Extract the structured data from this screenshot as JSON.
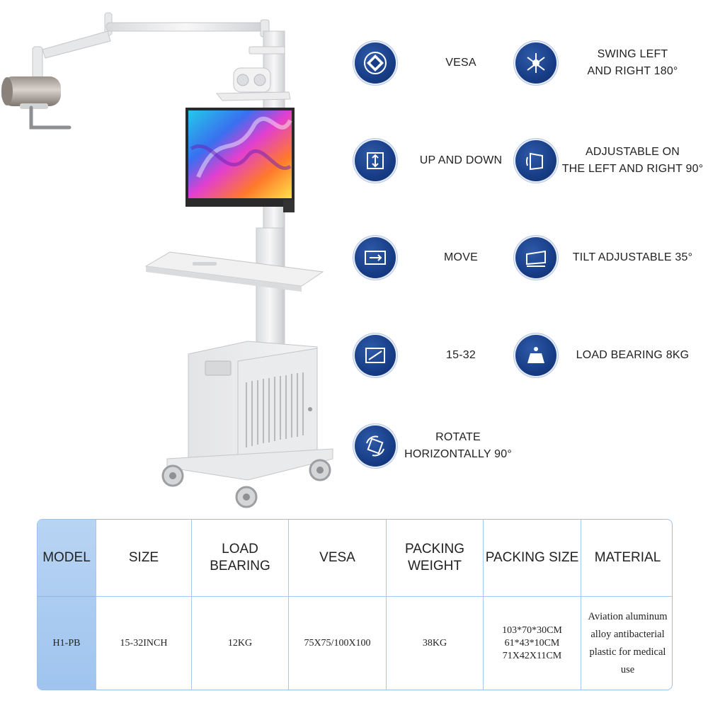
{
  "features": [
    {
      "id": "vesa",
      "icon": "vesa-logo-icon",
      "label": "VESA"
    },
    {
      "id": "swing",
      "icon": "swing-arrows-icon",
      "label": "SWING LEFT\nAND RIGHT 180°"
    },
    {
      "id": "updown",
      "icon": "up-down-icon",
      "label": "UP AND DOWN"
    },
    {
      "id": "adjust-lr",
      "icon": "rotate-panel-icon",
      "label": "ADJUSTABLE ON\nTHE LEFT AND RIGHT 90°"
    },
    {
      "id": "move",
      "icon": "move-arrows-icon",
      "label": "MOVE"
    },
    {
      "id": "tilt",
      "icon": "tilt-panel-icon",
      "label": "TILT ADJUSTABLE 35°"
    },
    {
      "id": "size",
      "icon": "screen-size-icon",
      "label": "15-32"
    },
    {
      "id": "load",
      "icon": "weight-icon",
      "label": "LOAD BEARING 8KG"
    },
    {
      "id": "rotate",
      "icon": "rotate-horizontal-icon",
      "label": "ROTATE\nHORIZONTALLY 90°"
    }
  ],
  "spec_table": {
    "headers": {
      "model": "MODEL",
      "size": "SIZE",
      "load": "LOAD BEARING",
      "vesa": "VESA",
      "packing_weight": "PACKING\nWEIGHT",
      "packing_size": "PACKING SIZE",
      "material": "MATERIAL"
    },
    "row": {
      "model": "H1-PB",
      "size": "15-32INCH",
      "load": "12KG",
      "vesa": "75X75/100X100",
      "packing_weight": "38KG",
      "packing_size": "103*70*30CM\n61*43*10CM\n71X42X11CM",
      "material": "Aviation aluminum\nalloy antibacterial\nplastic for medical\nuse"
    }
  },
  "colors": {
    "icon_bg": "#173d86",
    "table_border": "#9cc2ec",
    "model_col_bg": "#a8ccf1"
  }
}
